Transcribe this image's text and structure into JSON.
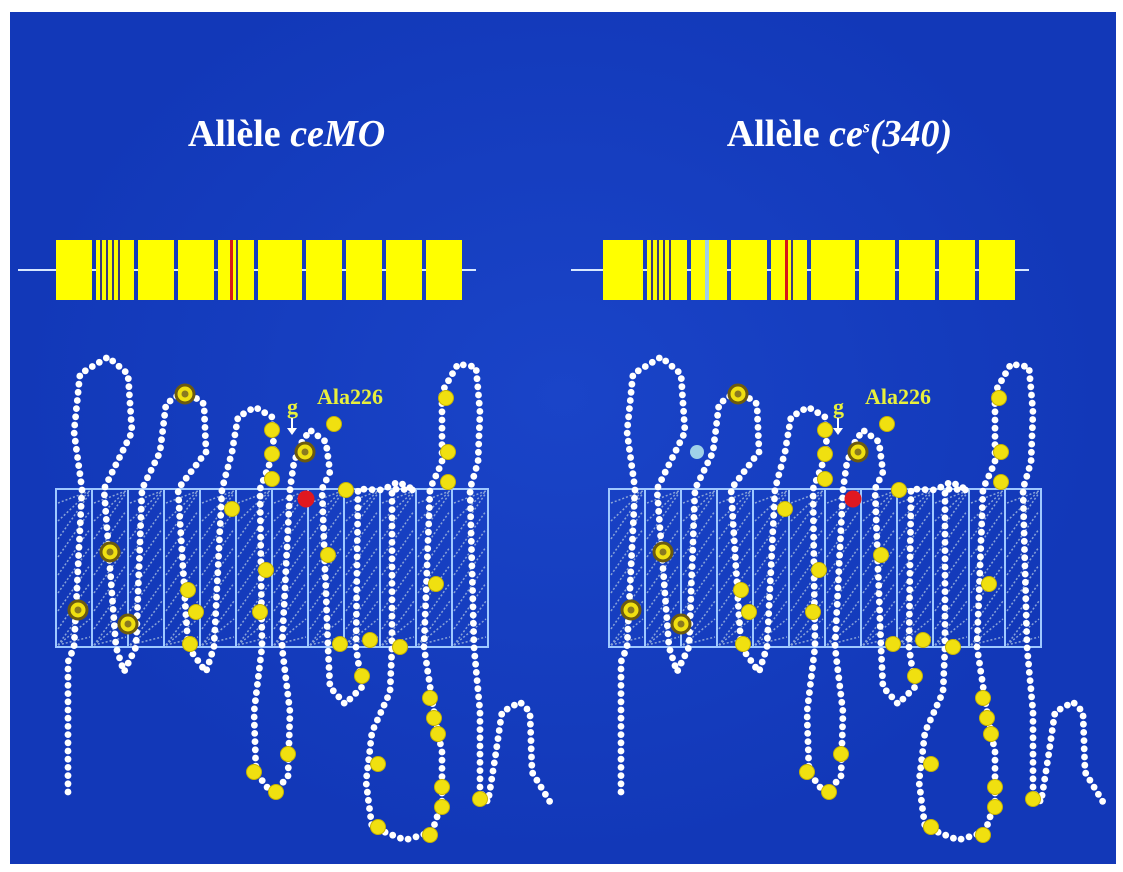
{
  "panels": [
    {
      "id": "cemo",
      "title_prefix": "Allèle",
      "title_allele": "ceMO",
      "title_superscript": "",
      "title_suffix": "",
      "exon_bar_colors": [
        "#ffff00",
        "#d81818"
      ],
      "annotation_g": "g",
      "annotation_ala": "Ala226",
      "has_blue_residue": false
    },
    {
      "id": "ce340",
      "title_prefix": "Allèle",
      "title_allele": "ce",
      "title_superscript": "s",
      "title_suffix": "(340)",
      "exon_bar_colors": [
        "#ffff00",
        "#d81818",
        "#9fd0e8"
      ],
      "annotation_g": "g",
      "annotation_ala": "Ala226",
      "has_blue_residue": true
    }
  ],
  "colors": {
    "background": "#1238b8",
    "residue": "#ffffff",
    "variant_residue": "#f0e010",
    "mutation_residue": "#e01820",
    "membrane_outline": "#9fc8ff",
    "annotation": "#e8f03c"
  }
}
